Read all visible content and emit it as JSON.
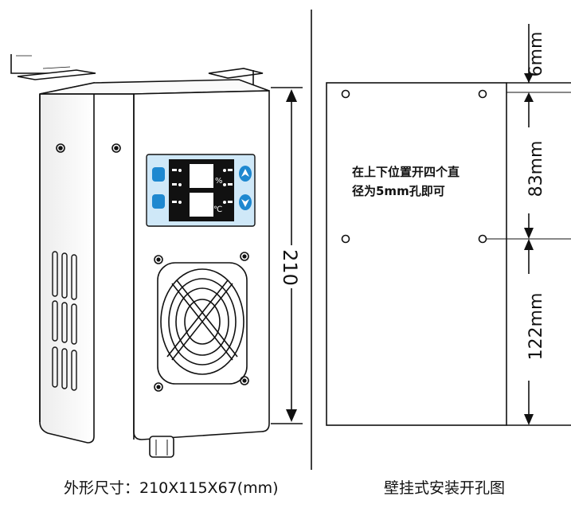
{
  "left_view": {
    "height_dimension": "210",
    "display": {
      "percent_unit": "%",
      "celsius_unit": "℃"
    },
    "caption": "外形尺寸：210X115X67(mm)"
  },
  "right_view": {
    "dim_top": "6mm",
    "dim_middle": "83mm",
    "dim_bottom": "122mm",
    "note_line1": "在上下位置开四个直",
    "note_line2": "径为5mm孔即可",
    "caption": "壁挂式安装开孔图"
  },
  "colors": {
    "line": "#111111",
    "panel_blue": "#1e88d0",
    "panel_light": "#cfe8f8",
    "display_dark": "#111111"
  }
}
